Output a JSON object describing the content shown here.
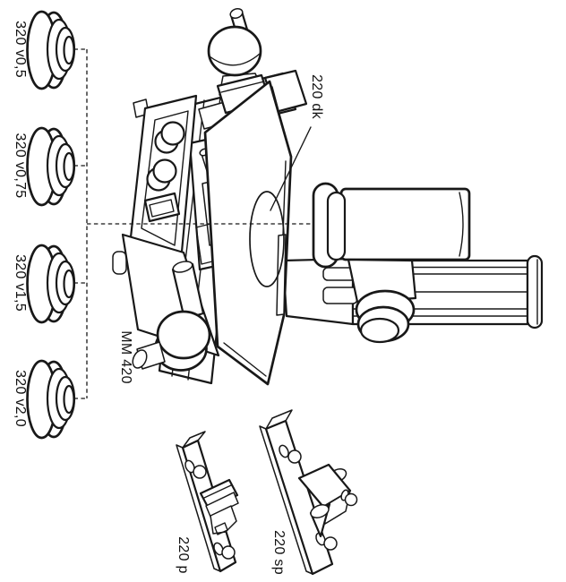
{
  "figure": {
    "machine": {
      "label": "MM 420"
    },
    "optics": {
      "label": "220 dk"
    },
    "lens_adapters": [
      {
        "label": "320 v0,5"
      },
      {
        "label": "320 v0,75"
      },
      {
        "label": "320 v1,5"
      },
      {
        "label": "320 v2,0"
      }
    ],
    "accessories": [
      {
        "label": "220 p"
      },
      {
        "label": "220 sp"
      }
    ],
    "line_color": "#181818",
    "background_color": "#ffffff"
  }
}
